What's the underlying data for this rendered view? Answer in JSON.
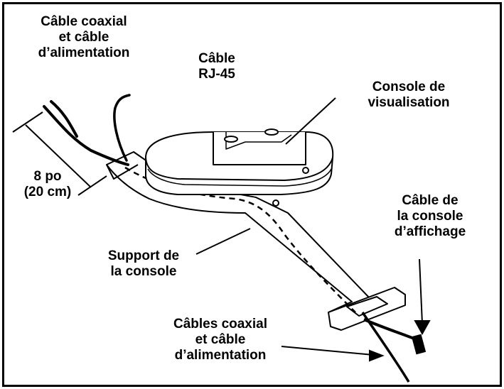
{
  "labels": {
    "coax_power_top": [
      "Câble coaxial",
      "et câble",
      "d’alimentation"
    ],
    "rj45": [
      "Câble",
      "RJ-45"
    ],
    "console": [
      "Console de",
      "visualisation"
    ],
    "length": [
      "8 po",
      "(20 cm)"
    ],
    "display_cable": [
      "Câble de",
      "la console",
      "d’affichage"
    ],
    "support": [
      "Support de",
      "la console"
    ],
    "coax_power_bottom": [
      "Câbles coaxial",
      "et câble",
      "d’alimentation"
    ]
  }
}
